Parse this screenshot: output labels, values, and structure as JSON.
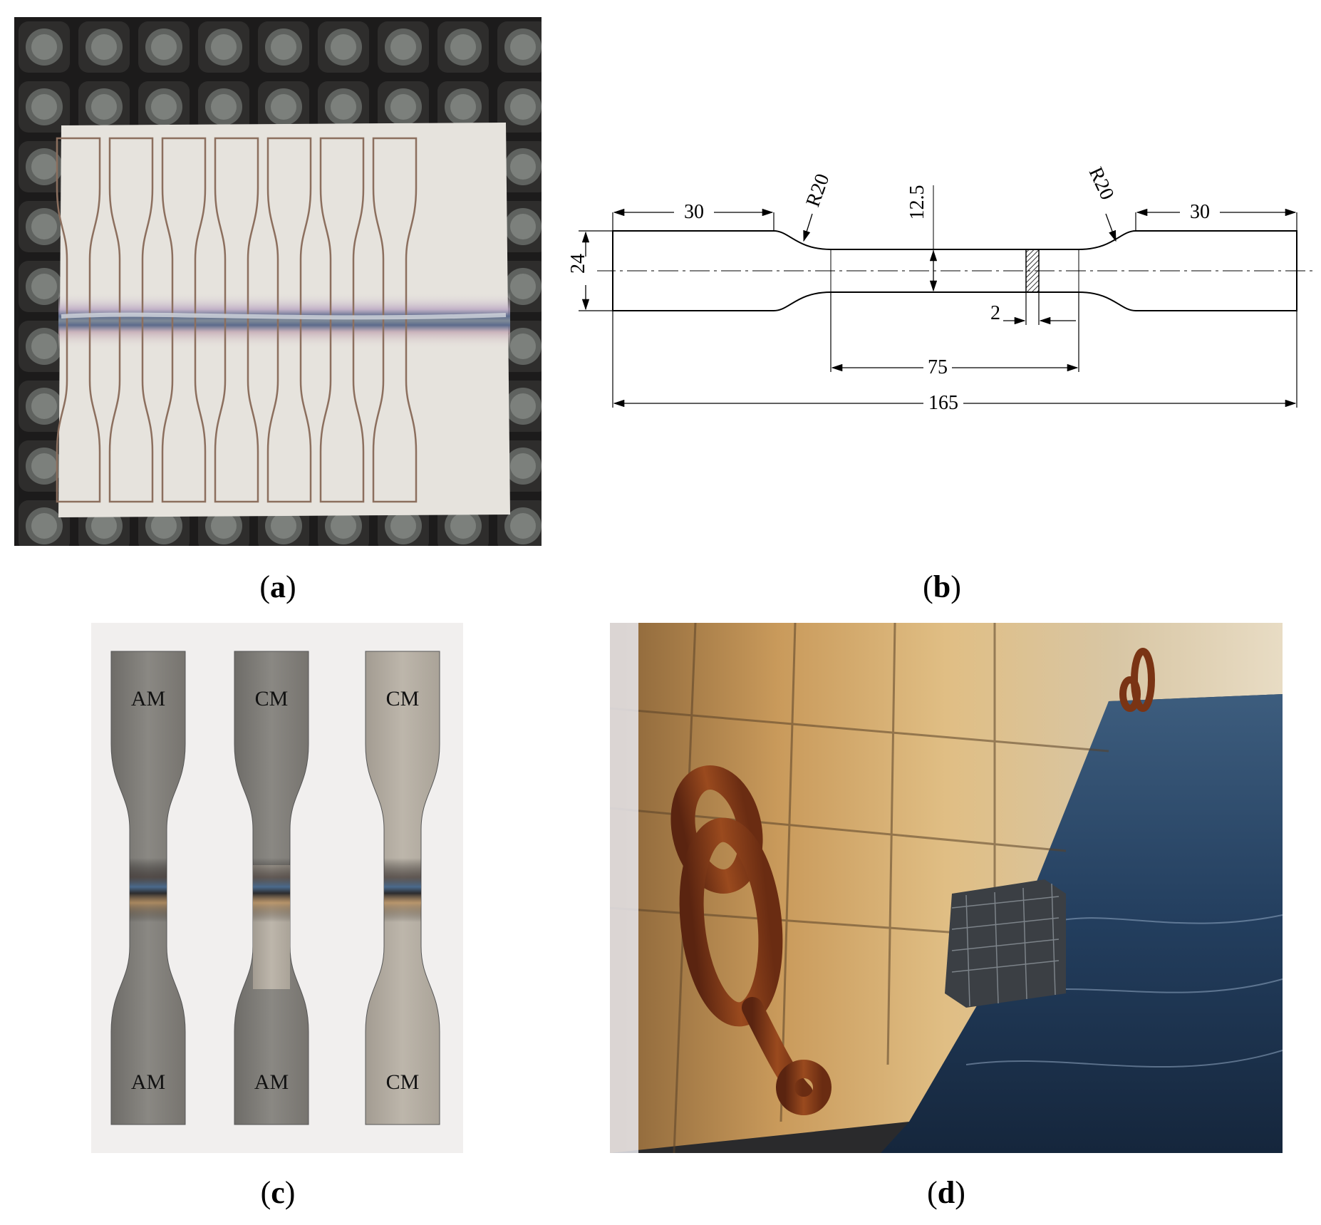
{
  "panels": {
    "a": {
      "caption_letter": "a"
    },
    "b": {
      "caption_letter": "b",
      "dims": {
        "grip_left": "30",
        "grip_right": "30",
        "radius_left": "R20",
        "radius_right": "R20",
        "width": "24",
        "gauge_width": "12.5",
        "weld": "2",
        "gauge_length": "75",
        "total_length": "165"
      }
    },
    "c": {
      "caption_letter": "c",
      "specimens": [
        {
          "top": "AM",
          "bottom": "AM"
        },
        {
          "top": "CM",
          "bottom": "AM"
        },
        {
          "top": "CM",
          "bottom": "CM"
        }
      ]
    },
    "d": {
      "caption_letter": "d"
    }
  },
  "colors": {
    "rust": "#8a3a16",
    "steel": "#8c8a85",
    "water": "#1d3552",
    "stone": "#c9a36a"
  }
}
